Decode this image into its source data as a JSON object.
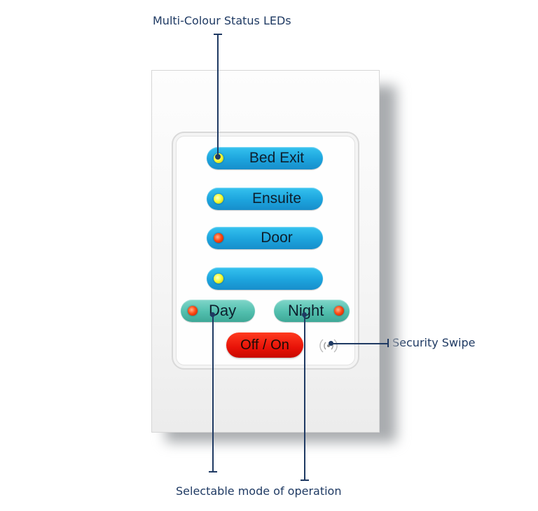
{
  "annotations": {
    "leds": "Multi-Colour Status LEDs",
    "security": "Security Swipe",
    "mode": "Selectable mode of operation"
  },
  "buttons": [
    {
      "label": "Bed Exit",
      "led": "yellow"
    },
    {
      "label": "Ensuite",
      "led": "yellow"
    },
    {
      "label": "Door",
      "led": "red"
    },
    {
      "label": "",
      "led": "yellow"
    }
  ],
  "modes": {
    "day": "Day",
    "night": "Night"
  },
  "power_button": "Off / On",
  "icons": {
    "security_swipe": "contactless-reader-icon"
  },
  "colors": {
    "annotation_text": "#1f3a63",
    "button_blue": "#1da4dd",
    "mode_teal": "#52bfae",
    "power_red": "#e81208",
    "led_yellow": "#f6ff3a",
    "led_red": "#ff4a14"
  }
}
